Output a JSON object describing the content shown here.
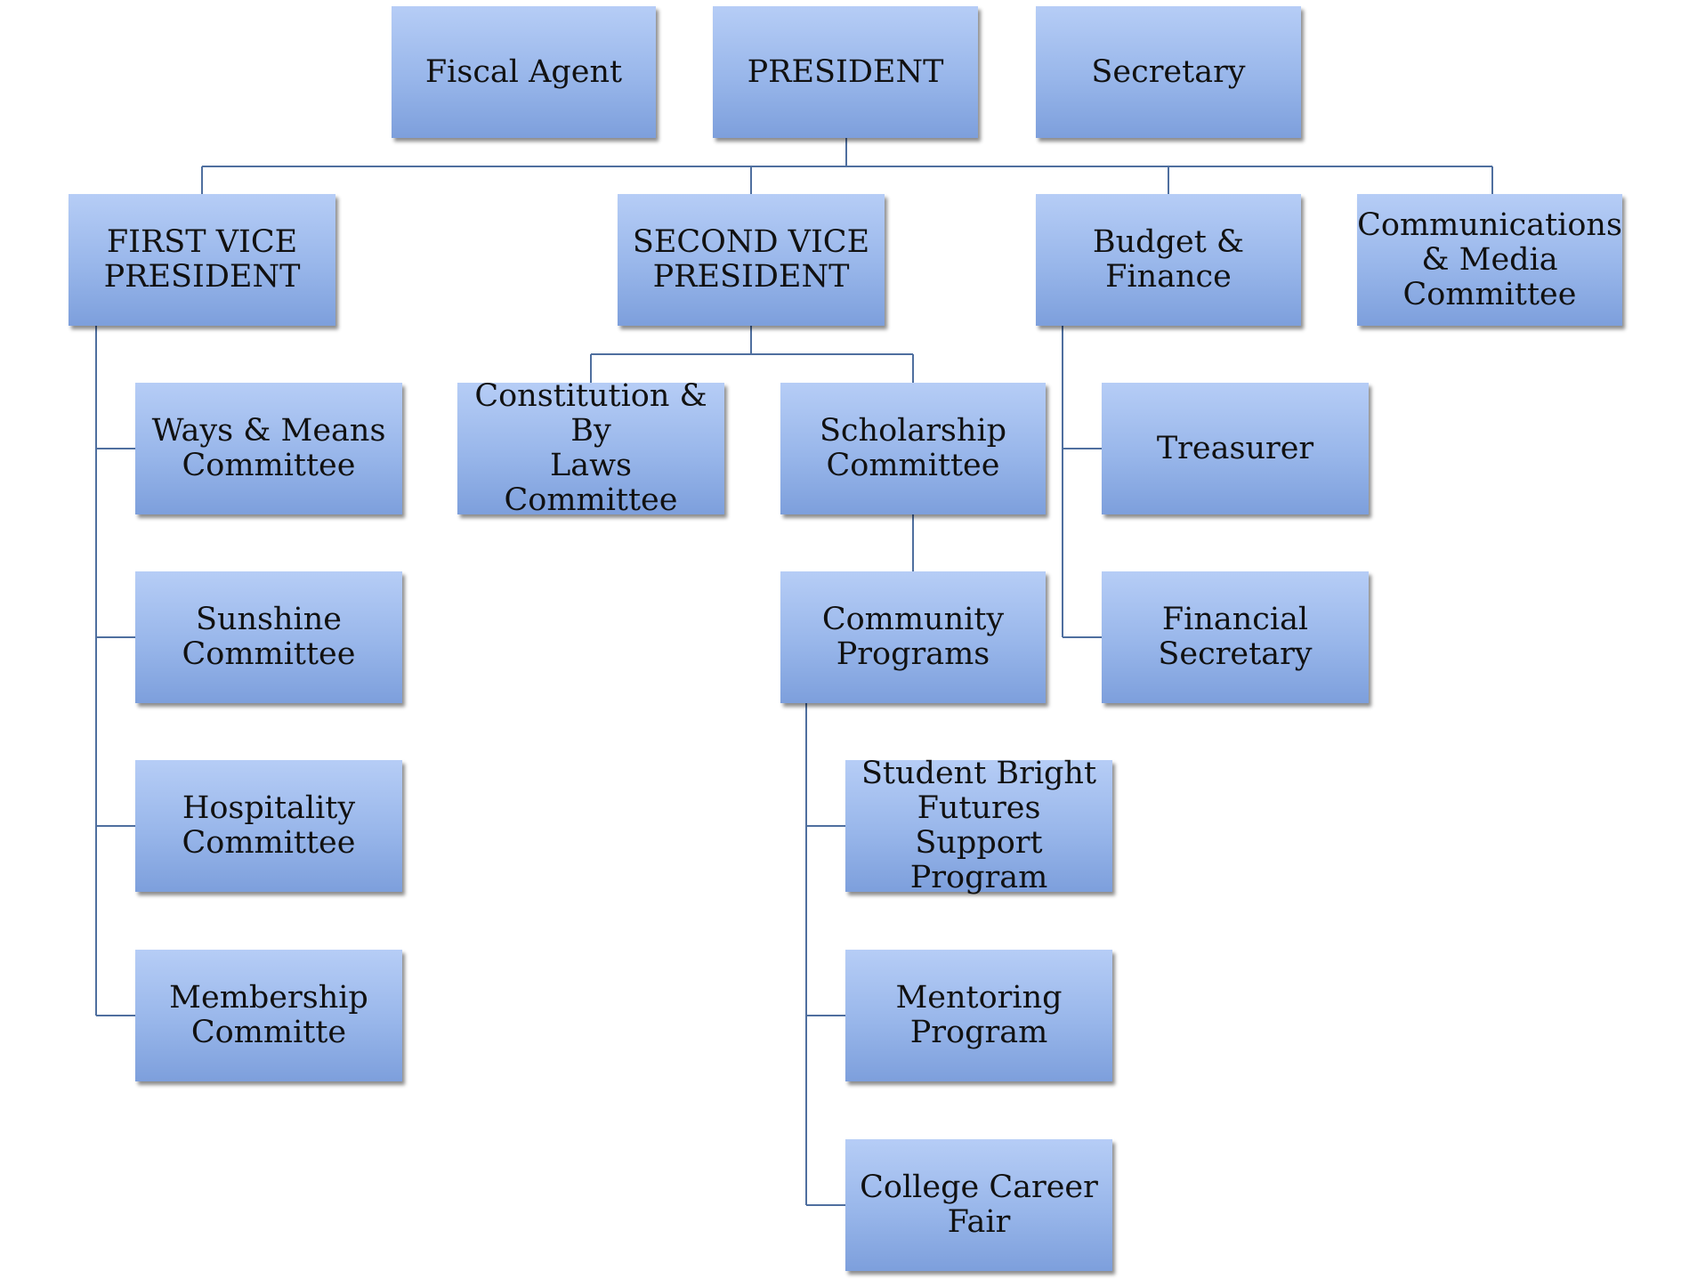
{
  "colors": {
    "box_top": "#b6cdf6",
    "box_bottom": "#7d9fdc",
    "connector": "#4f6f9f",
    "text": "#111111"
  },
  "nodes": {
    "fiscal_agent": "Fiscal Agent",
    "president": "PRESIDENT",
    "secretary": "Secretary",
    "first_vp": "FIRST VICE\nPRESIDENT",
    "second_vp": "SECOND VICE\nPRESIDENT",
    "budget_finance": "Budget & Finance",
    "communications": "Communications\n& Media\nCommittee",
    "ways_means": "Ways & Means\nCommittee",
    "sunshine": "Sunshine\nCommittee",
    "hospitality": "Hospitality\nCommittee",
    "membership": "Membership\nCommitte",
    "constitution": "Constitution & By\nLaws Committee",
    "scholarship": "Scholarship\nCommittee",
    "community_programs": "Community\nPrograms",
    "student_bright_futures": "Student Bright\nFutures Support\nProgram",
    "mentoring": "Mentoring\nProgram",
    "college_career_fair": "College Career\nFair",
    "treasurer": "Treasurer",
    "financial_secretary": "Financial\nSecretary"
  },
  "edges": [
    [
      "president",
      "first_vp"
    ],
    [
      "president",
      "second_vp"
    ],
    [
      "president",
      "budget_finance"
    ],
    [
      "president",
      "communications"
    ],
    [
      "first_vp",
      "ways_means"
    ],
    [
      "first_vp",
      "sunshine"
    ],
    [
      "first_vp",
      "hospitality"
    ],
    [
      "first_vp",
      "membership"
    ],
    [
      "second_vp",
      "constitution"
    ],
    [
      "second_vp",
      "scholarship"
    ],
    [
      "scholarship",
      "community_programs"
    ],
    [
      "community_programs",
      "student_bright_futures"
    ],
    [
      "community_programs",
      "mentoring"
    ],
    [
      "community_programs",
      "college_career_fair"
    ],
    [
      "budget_finance",
      "treasurer"
    ],
    [
      "budget_finance",
      "financial_secretary"
    ]
  ]
}
